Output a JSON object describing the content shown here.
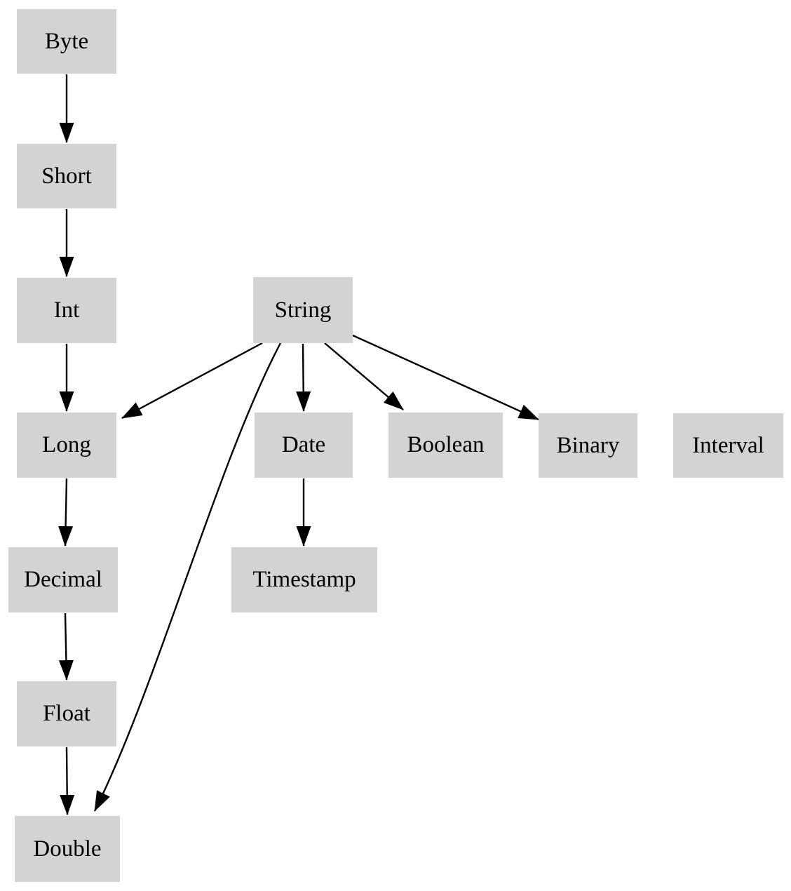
{
  "diagram": {
    "title": "",
    "background_color": "#ffffff",
    "node_fill_color": "#d3d3d3",
    "node_text_color": "#000000",
    "edge_color": "#000000",
    "nodes": [
      {
        "id": "byte",
        "label": "Byte"
      },
      {
        "id": "short",
        "label": "Short"
      },
      {
        "id": "int",
        "label": "Int"
      },
      {
        "id": "string",
        "label": "String"
      },
      {
        "id": "long",
        "label": "Long"
      },
      {
        "id": "date",
        "label": "Date"
      },
      {
        "id": "boolean",
        "label": "Boolean"
      },
      {
        "id": "binary",
        "label": "Binary"
      },
      {
        "id": "interval",
        "label": "Interval"
      },
      {
        "id": "decimal",
        "label": "Decimal"
      },
      {
        "id": "timestamp",
        "label": "Timestamp"
      },
      {
        "id": "float",
        "label": "Float"
      },
      {
        "id": "double",
        "label": "Double"
      }
    ],
    "edges": [
      {
        "from": "byte",
        "to": "short"
      },
      {
        "from": "short",
        "to": "int"
      },
      {
        "from": "int",
        "to": "long"
      },
      {
        "from": "string",
        "to": "long"
      },
      {
        "from": "string",
        "to": "date"
      },
      {
        "from": "string",
        "to": "boolean"
      },
      {
        "from": "string",
        "to": "binary"
      },
      {
        "from": "string",
        "to": "double"
      },
      {
        "from": "long",
        "to": "decimal"
      },
      {
        "from": "date",
        "to": "timestamp"
      },
      {
        "from": "decimal",
        "to": "float"
      },
      {
        "from": "float",
        "to": "double"
      }
    ]
  }
}
